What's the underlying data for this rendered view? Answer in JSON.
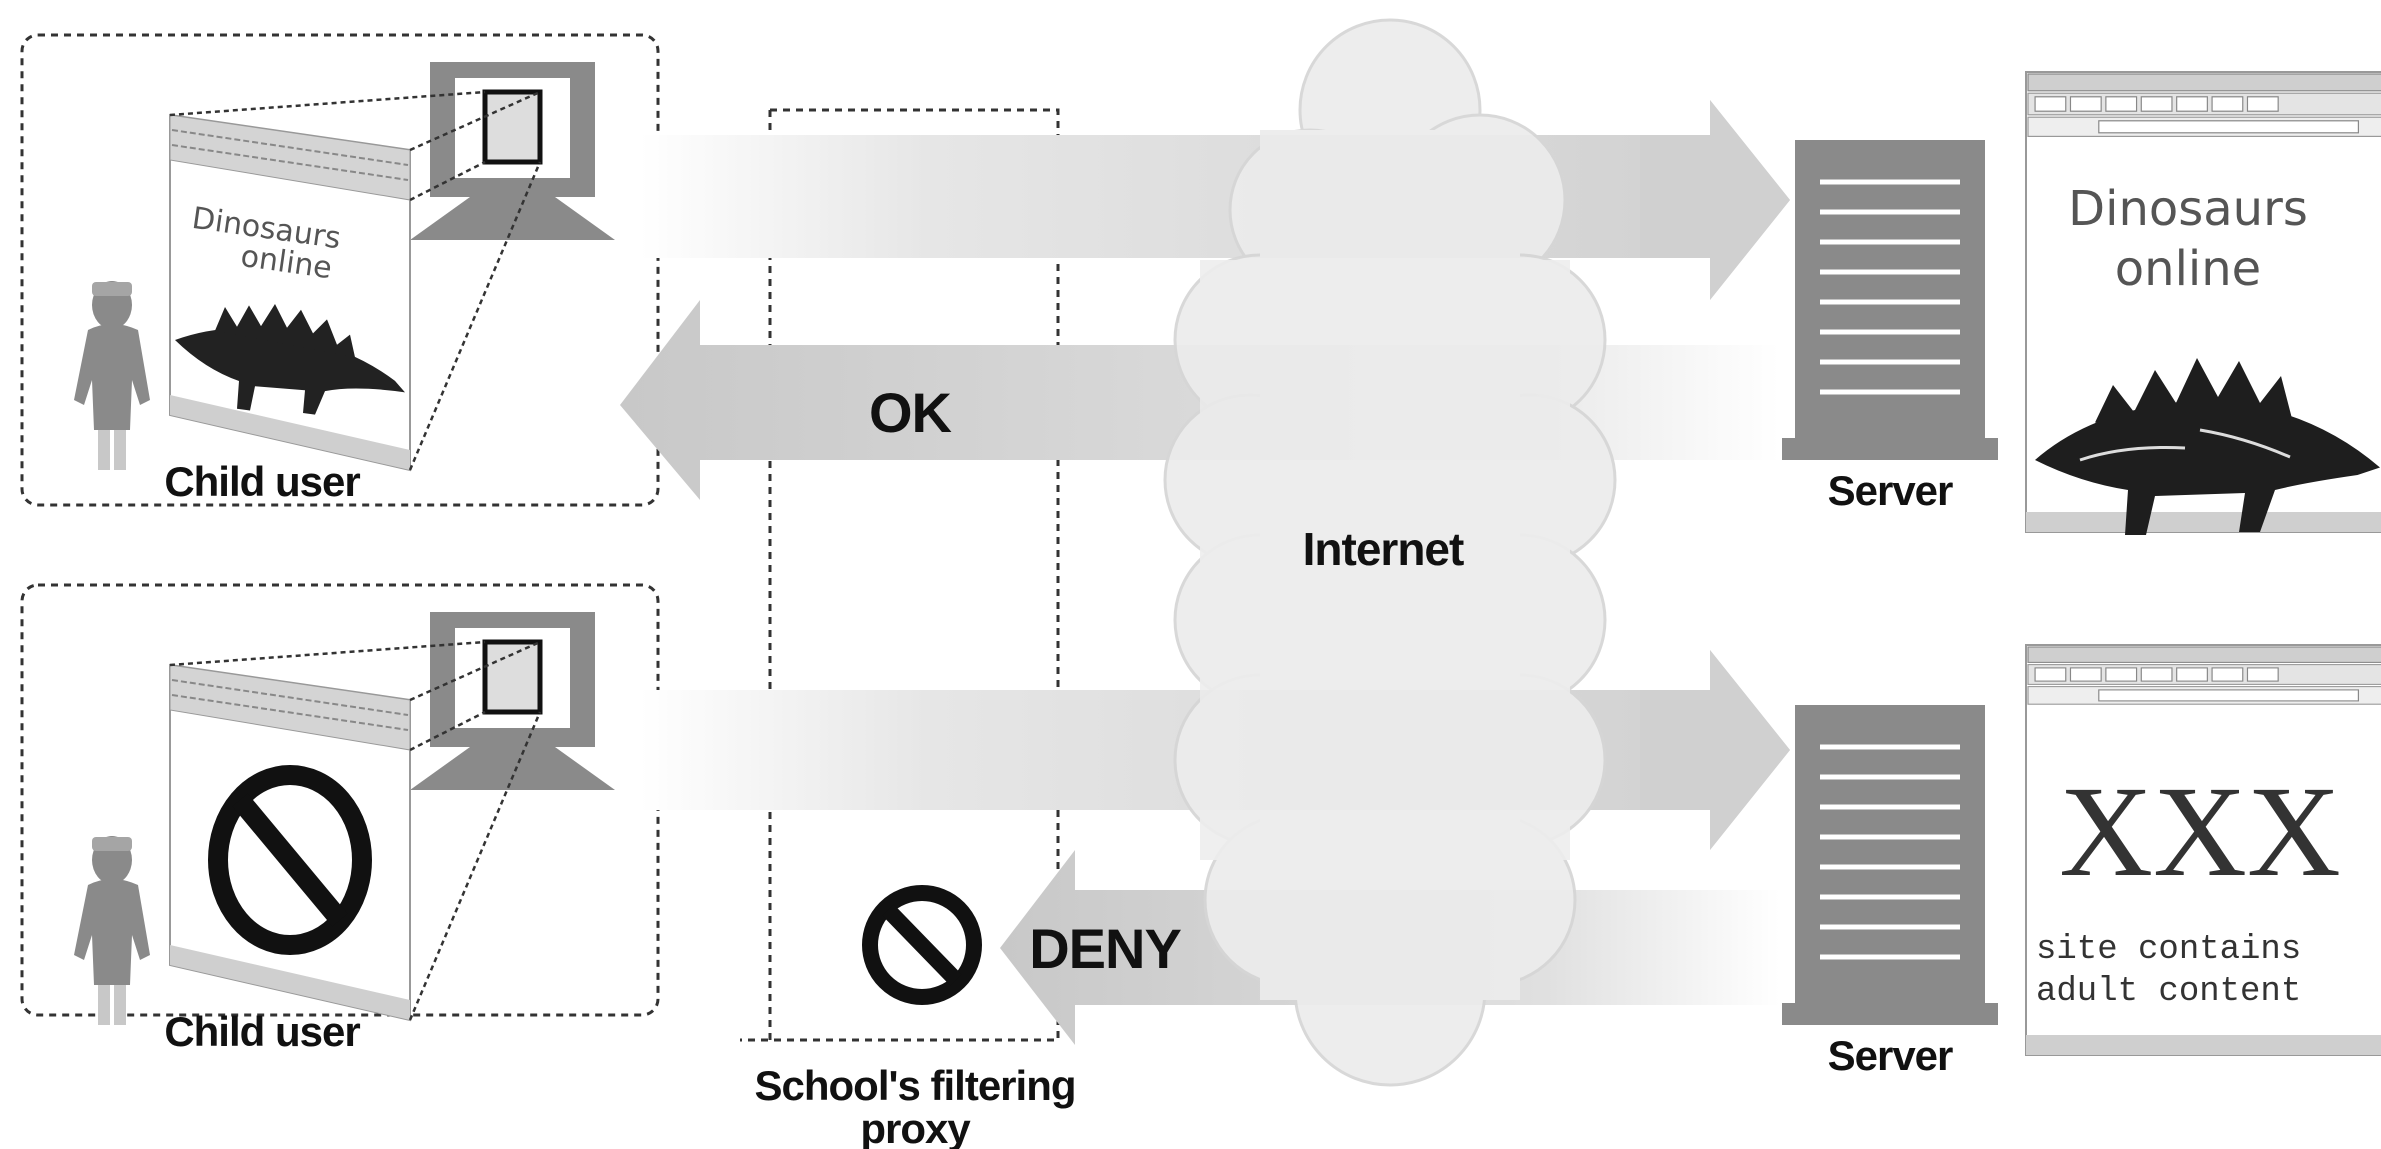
{
  "labels": {
    "ok": "OK",
    "deny": "DENY",
    "internet": "Internet",
    "server_top": "Server",
    "server_bottom": "Server",
    "child_user_top": "Child user",
    "child_user_bottom": "Child user",
    "proxy_line1": "School's filtering",
    "proxy_line2": "proxy"
  },
  "site_allowed": {
    "title_line1": "Dinosaurs",
    "title_line2": "online"
  },
  "site_blocked": {
    "banner": "XXX",
    "line1": "site contains",
    "line2": "adult content"
  },
  "icons": {
    "user": "person-icon",
    "computer": "computer-monitor-icon",
    "server": "server-icon",
    "cloud": "cloud-icon",
    "prohibited": "prohibited-icon",
    "dinosaur": "stegosaurus-icon"
  }
}
